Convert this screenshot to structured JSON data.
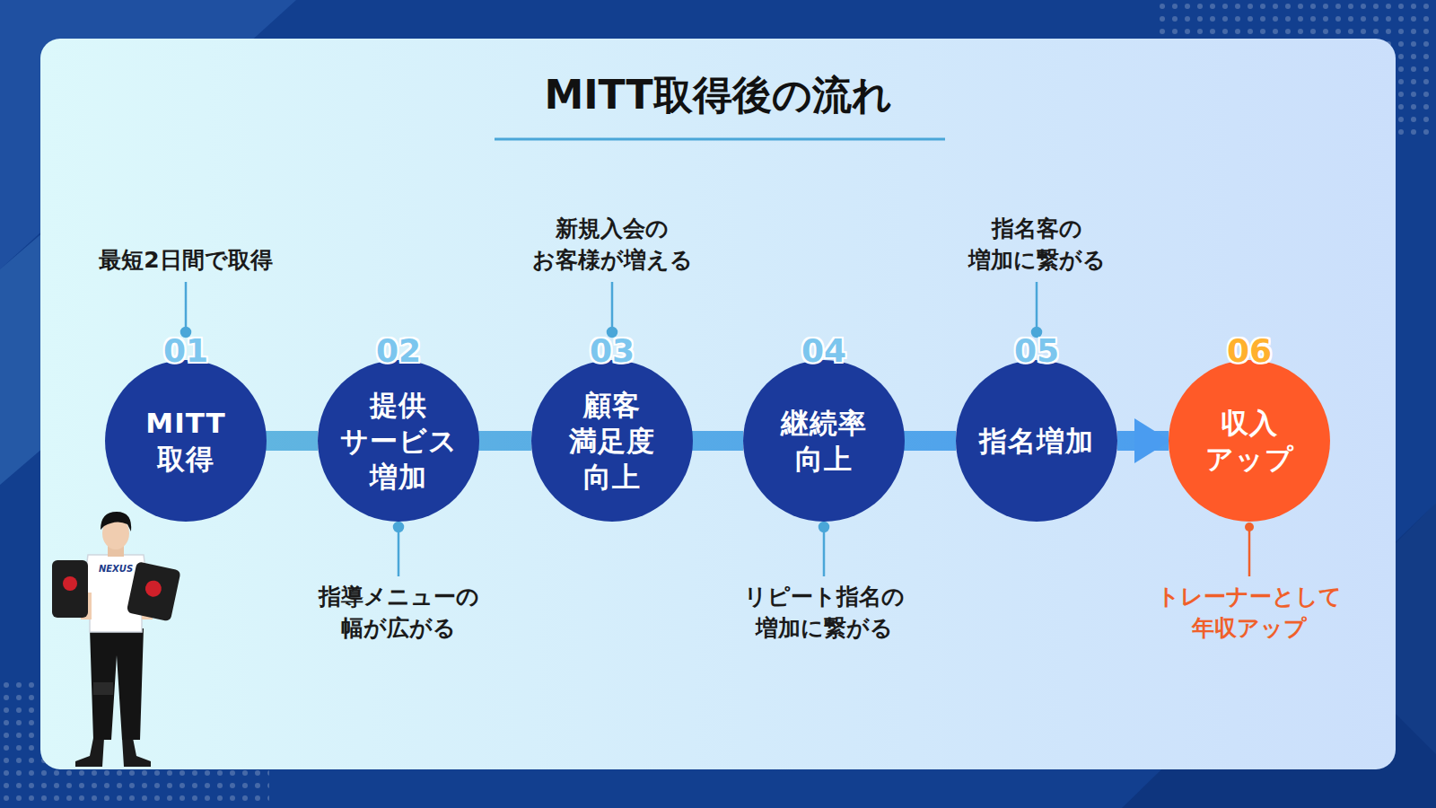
{
  "diagram": {
    "title": "MITT取得後の流れ",
    "nodes": [
      {
        "text": [
          "01",
          "MITT 取得"
        ]
      },
      {
        "text": [
          "02",
          "提供 サービス 増加"
        ]
      },
      {
        "text": [
          "03",
          "顧客 満足度 向上"
        ]
      },
      {
        "text": [
          "04",
          "継続率 向上"
        ]
      },
      {
        "text": [
          "05",
          "指名増加"
        ]
      },
      {
        "text": [
          "06",
          "収入 アップ"
        ]
      }
    ],
    "edges": [
      {
        "from": 0,
        "to": 1,
        "arrow": "none"
      },
      {
        "from": 1,
        "to": 2,
        "arrow": "none"
      },
      {
        "from": 2,
        "to": 3,
        "arrow": "none"
      },
      {
        "from": 3,
        "to": 4,
        "arrow": "none"
      },
      {
        "from": 4,
        "to": 5,
        "arrow": "to"
      }
    ],
    "labels": [
      "最短2日間で取得",
      "指導メニューの 幅が広がる",
      "新規入会の お客様が増える",
      "リピート指名の 増加に繋がる",
      "指名客の 増加に繋がる",
      "トレーナーとして 年収アップ",
      "NEXUS"
    ]
  }
}
